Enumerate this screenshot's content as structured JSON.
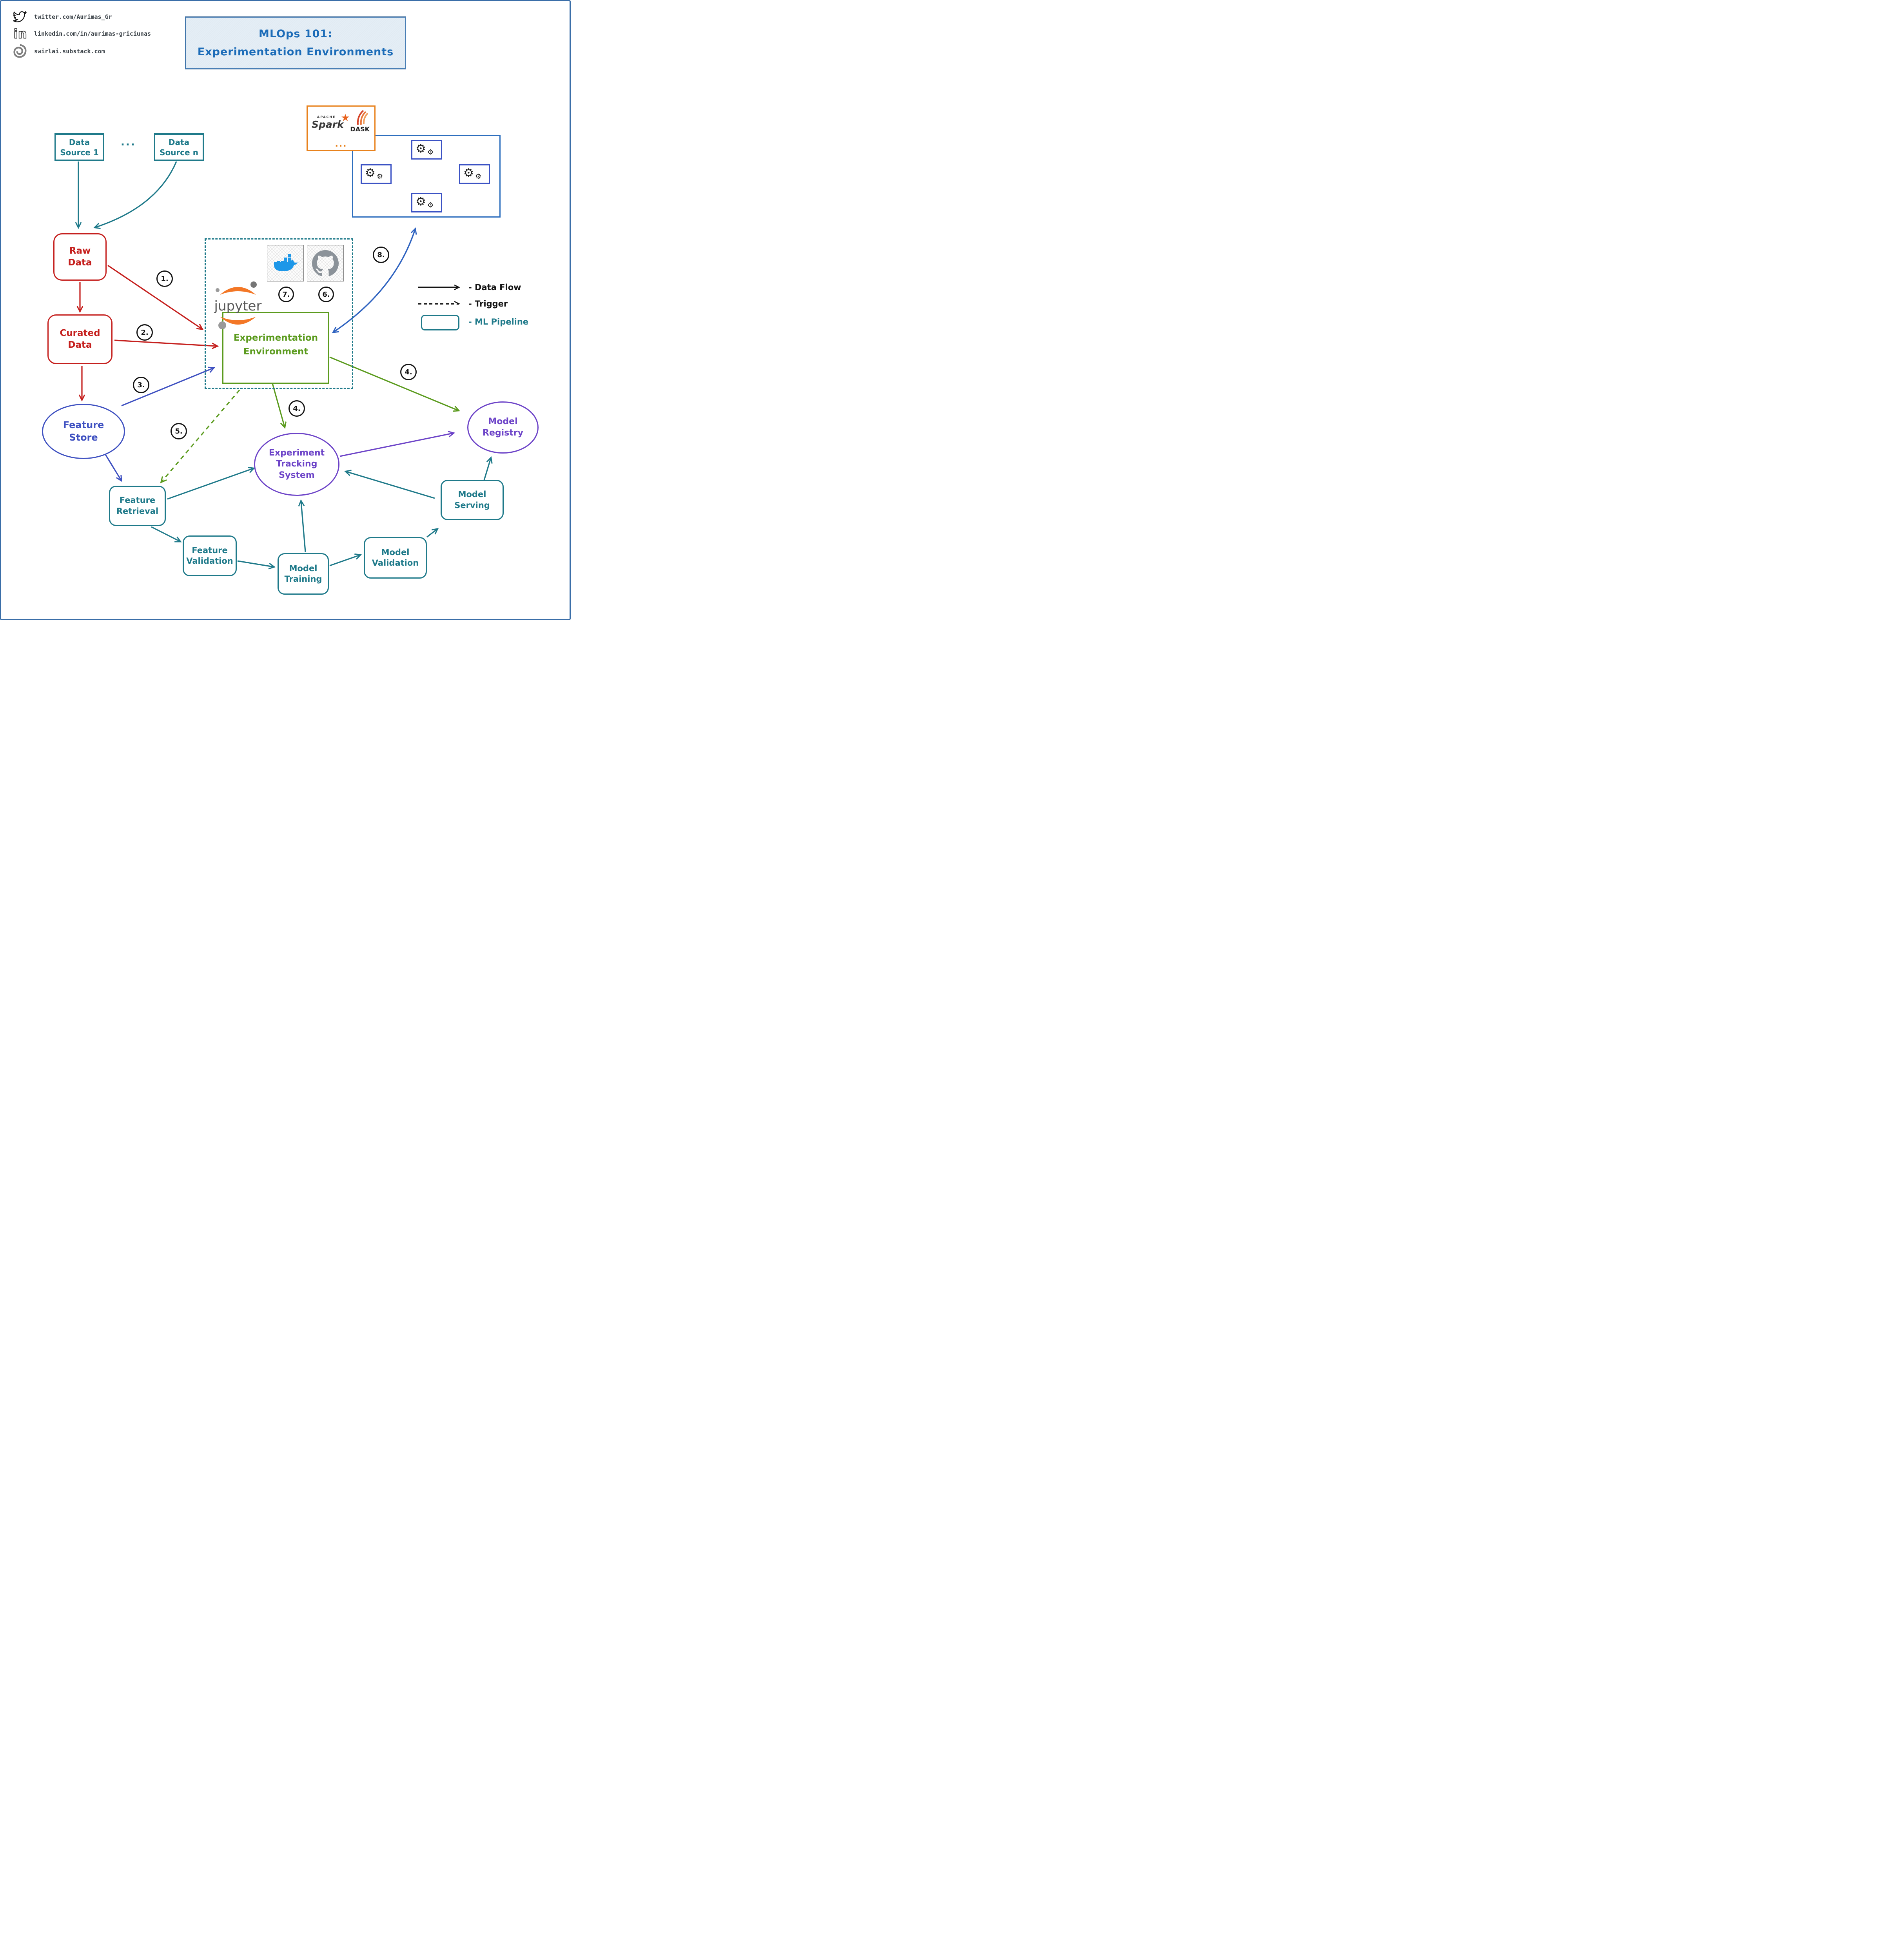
{
  "page": {
    "title": [
      "MLOps 101:",
      "Experimentation Environments"
    ],
    "border_color": "#3a6ea8",
    "accent_teal": "#1f7a8a",
    "accent_red": "#c5201e",
    "accent_blue": "#3f51c1",
    "accent_green": "#5b9b1e",
    "accent_purple": "#6d44c8",
    "accent_orange": "#e8821d"
  },
  "social": {
    "twitter": "twitter.com/Aurimas_Gr",
    "linkedin": "linkedin.com/in/aurimas-griciunas",
    "substack": "swirlai.substack.com"
  },
  "nodes": {
    "data_source_1": [
      "Data",
      "Source 1"
    ],
    "data_source_n": [
      "Data",
      "Source n"
    ],
    "sources_ellipsis": "...",
    "raw_data": [
      "Raw",
      "Data"
    ],
    "curated_data": [
      "Curated",
      "Data"
    ],
    "feature_store": [
      "Feature",
      "Store"
    ],
    "experimentation_environment": [
      "Experimentation",
      "Environment"
    ],
    "experiment_tracking_system": [
      "Experiment",
      "Tracking",
      "System"
    ],
    "model_registry": [
      "Model",
      "Registry"
    ],
    "feature_retrieval": [
      "Feature",
      "Retrieval"
    ],
    "feature_validation": [
      "Feature",
      "Validation"
    ],
    "model_training": [
      "Model",
      "Training"
    ],
    "model_validation": [
      "Model",
      "Validation"
    ],
    "model_serving": [
      "Model",
      "Serving"
    ]
  },
  "tools": {
    "spark_apache": "APACHE",
    "spark_name": "Spark",
    "spark_box_ellipsis": "...",
    "dask_name": "DASK",
    "jupyter_name": "jupyter",
    "gear_glyph": "⚙"
  },
  "steps": {
    "s1": "1.",
    "s2": "2.",
    "s3": "3.",
    "s4a": "4.",
    "s4b": "4.",
    "s5": "5.",
    "s6": "6.",
    "s7": "7.",
    "s8": "8."
  },
  "legend": {
    "data_flow": "- Data Flow",
    "trigger": "- Trigger",
    "ml_pipeline": "- ML Pipeline"
  }
}
